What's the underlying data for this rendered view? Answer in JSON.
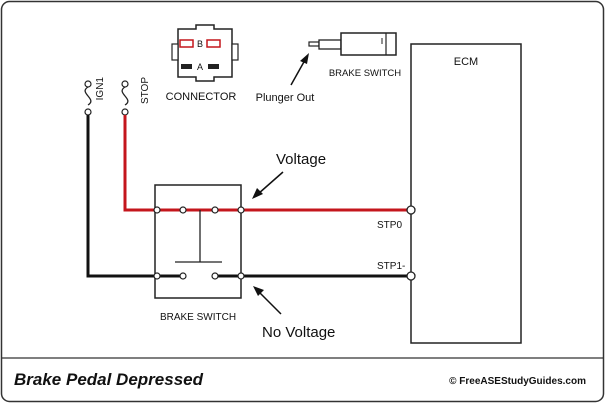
{
  "labels": {
    "connector": "CONNECTOR",
    "pin_b": "B",
    "pin_a": "A",
    "fuse_ign1": "IGN1",
    "fuse_stop": "STOP",
    "plunger_out": "Plunger Out",
    "brake_switch_top": "BRAKE SWITCH",
    "ecm": "ECM",
    "voltage": "Voltage",
    "no_voltage": "No Voltage",
    "stp0": "STP0",
    "stp1": "STP1-",
    "brake_switch_bottom": "BRAKE SWITCH"
  },
  "footer": {
    "title": "Brake Pedal Depressed",
    "credit": "© FreeASEStudyGuides.com"
  },
  "colors": {
    "voltage_wire": "#c4161c",
    "ground_wire": "#111111",
    "connector_pin": "#c4161c",
    "frame": "#333333"
  }
}
